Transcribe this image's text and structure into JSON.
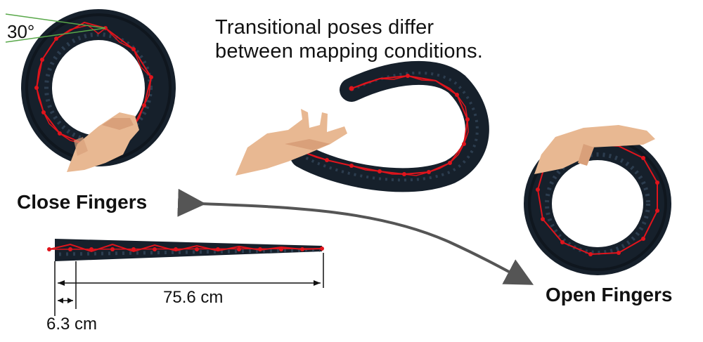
{
  "annotations": {
    "angle": "30°",
    "caption_line1": "Transitional poses differ",
    "caption_line2": "between mapping conditions.",
    "close_fingers": "Close Fingers",
    "open_fingers": "Open Fingers",
    "length_total": "75.6 cm",
    "length_base": "6.3 cm"
  },
  "colors": {
    "body": "#16202b",
    "texture": "#2c3d4f",
    "skeleton": "#e0141c",
    "arrow": "#555555",
    "skin": "#e8b892",
    "guide": "#59a84a"
  }
}
